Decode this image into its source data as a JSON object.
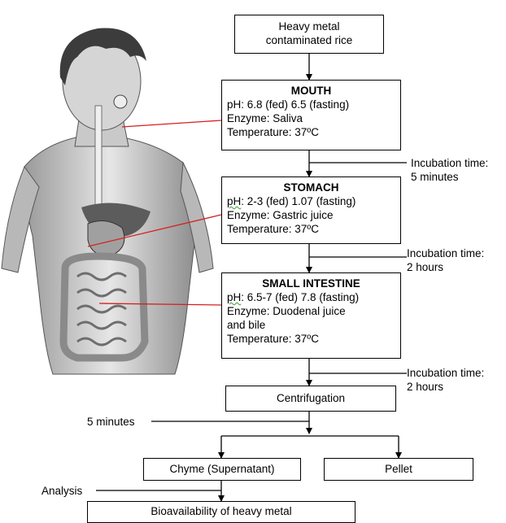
{
  "diagram": {
    "start": "Heavy metal contaminated rice",
    "mouth": {
      "title": "MOUTH",
      "ph": "pH: 6.8 (fed) 6.5 (fasting)",
      "enzyme": "Enzyme: Saliva",
      "temp": "Temperature: 37ºC"
    },
    "stomach": {
      "title": "STOMACH",
      "ph_prefix": "pH",
      "ph_rest": ": 2-3 (fed) 1.07 (fasting)",
      "enzyme": "Enzyme: Gastric juice",
      "temp": "Temperature: 37ºC"
    },
    "small_intestine": {
      "title": "SMALL INTESTINE",
      "ph_prefix": "pH",
      "ph_rest": ": 6.5-7 (fed) 7.8 (fasting)",
      "enzyme_line1": "Enzyme: Duodenal juice",
      "enzyme_line2": "and bile",
      "temp": "Temperature: 37ºC"
    },
    "incubation_1": {
      "label": "Incubation time:",
      "value": "5 minutes"
    },
    "incubation_2": {
      "label": "Incubation time:",
      "value": "2 hours"
    },
    "incubation_3": {
      "label": "Incubation time:",
      "value": "2 hours"
    },
    "centrifugation": "Centrifugation",
    "centrifugation_time": "5 minutes",
    "chyme": "Chyme (Supernatant)",
    "pellet": "Pellet",
    "analysis": "Analysis",
    "bioavailability": "Bioavailability of heavy metal"
  },
  "colors": {
    "pointer_lines": "#d62020",
    "outline": "#000000"
  }
}
